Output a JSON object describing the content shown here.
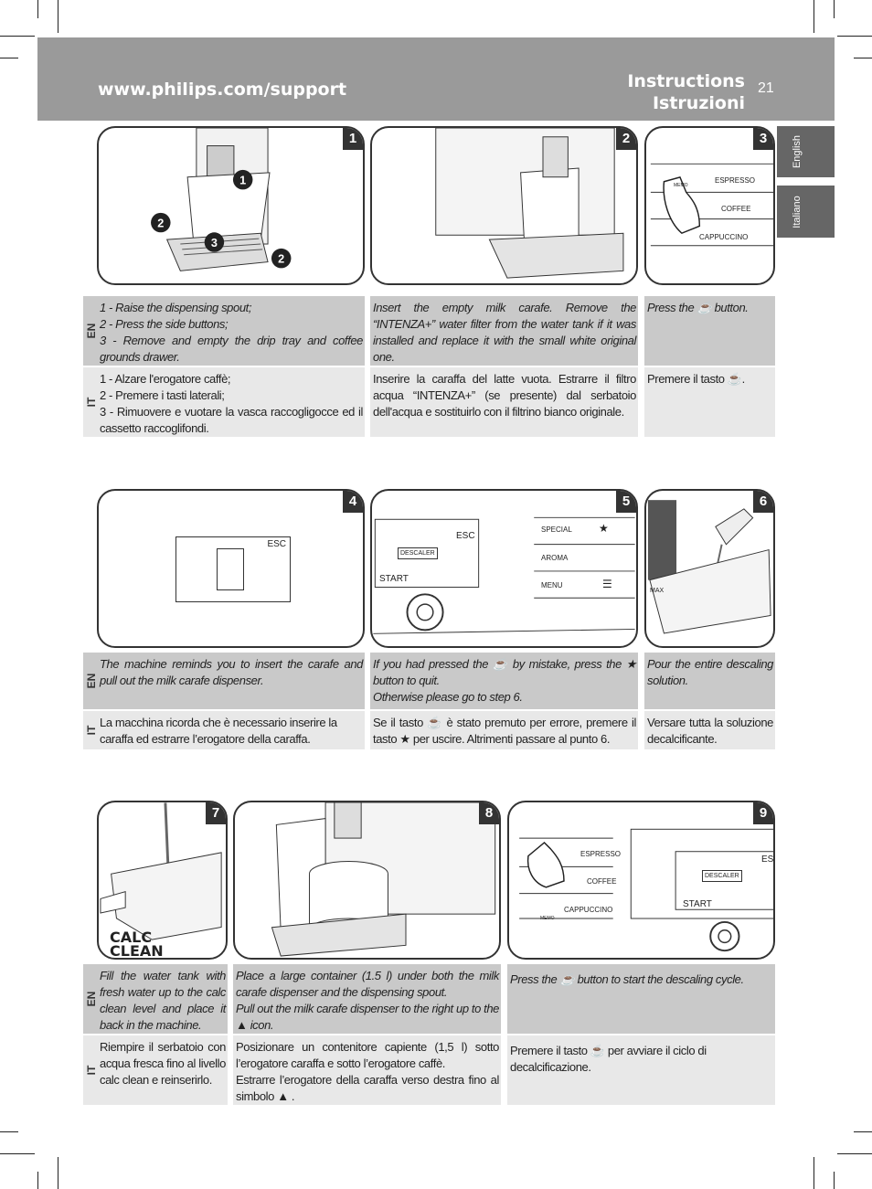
{
  "header": {
    "url": "www.philips.com/support",
    "title_en": "Instructions",
    "title_it": "Istruzioni",
    "page_number": "21"
  },
  "side_tabs": {
    "english": "English",
    "italiano": "Italiano"
  },
  "lang_labels": {
    "en": "EN",
    "it": "IT"
  },
  "panels": {
    "p1": {
      "num": "1"
    },
    "p2": {
      "num": "2"
    },
    "p3": {
      "num": "3",
      "espresso": "ESPRESSO",
      "coffee": "COFFEE",
      "cappuccino": "CAPPUCCINO",
      "memo": "MEMO"
    },
    "p4": {
      "num": "4",
      "esc": "ESC"
    },
    "p5": {
      "num": "5",
      "special": "SPECIAL",
      "aroma": "AROMA",
      "menu": "MENU",
      "esc": "ESC",
      "descaler": "DESCALER",
      "start": "START"
    },
    "p6": {
      "num": "6",
      "max": "MAX"
    },
    "p7": {
      "num": "7",
      "calc": "CALC",
      "clean": "CLEAN"
    },
    "p8": {
      "num": "8"
    },
    "p9": {
      "num": "9",
      "espresso": "ESPRESSO",
      "coffee": "COFFEE",
      "cappuccino": "CAPPUCCINO",
      "memo": "MEMO",
      "esc": "ESC",
      "descaler": "DESCALER",
      "start": "START"
    }
  },
  "steps": {
    "s1": {
      "en": [
        "1 - Raise the dispensing spout;",
        "2 - Press the side buttons;",
        "3 - Remove and empty the drip tray and coffee grounds drawer."
      ],
      "it": [
        "1 - Alzare l'erogatore caffè;",
        "2 - Premere i tasti laterali;",
        "3 - Rimuovere e vuotare la vasca raccogligocce ed il cassetto raccoglifondi."
      ]
    },
    "s2": {
      "en": "Insert the empty milk carafe. Remove the “INTENZA+” water filter from the water tank if it was installed and replace it with the small white original one.",
      "it": "Inserire la caraffa del latte vuota. Estrarre il filtro acqua “INTENZA+” (se presente) dal serbatoio dell'acqua e sostituirlo con il filtrino bianco originale."
    },
    "s3": {
      "en_a": "Press the",
      "en_b": "button.",
      "it_a": "Premere il tasto",
      "it_b": "."
    },
    "s4": {
      "en": "The machine reminds you to insert the carafe and pull out the milk carafe dispenser.",
      "it": "La macchina ricorda che è necessario inserire la caraffa ed estrarre l’erogatore della caraffa."
    },
    "s5": {
      "en_a": "If you had pressed the",
      "en_b": "by mistake, press the",
      "en_c": "button to quit.",
      "en_d": "Otherwise please go to step 6.",
      "it_a": "Se il tasto",
      "it_b": "è stato premuto per errore, premere il tasto",
      "it_c": "per uscire. Altrimenti passare al punto 6."
    },
    "s6": {
      "en": "Pour the entire descaling solution.",
      "it": "Versare tutta la soluzione decalcificante."
    },
    "s7": {
      "en": "Fill the water tank with fresh water up to the calc clean level and place it back in the machine.",
      "it": "Riempire il serbatoio con acqua fresca fino al livello calc clean e reinserirlo."
    },
    "s8": {
      "en_a": "Place a large container (1.5 l) under both the milk carafe dispenser and the dispensing spout.",
      "en_b": "Pull out the milk carafe dispenser to the right up to the",
      "en_c": "icon.",
      "it_a": "Posizionare un contenitore capiente (1,5 l) sotto l’erogatore caraffa e sotto l’erogatore caffè.",
      "it_b": "Estrarre l’erogatore della caraffa verso destra fino al simbolo",
      "it_c": "."
    },
    "s9": {
      "en_a": "Press the",
      "en_b": "button to start the descaling cycle.",
      "it_a": "Premere il tasto",
      "it_b": "per avviare il ciclo di decalcificazione."
    }
  }
}
